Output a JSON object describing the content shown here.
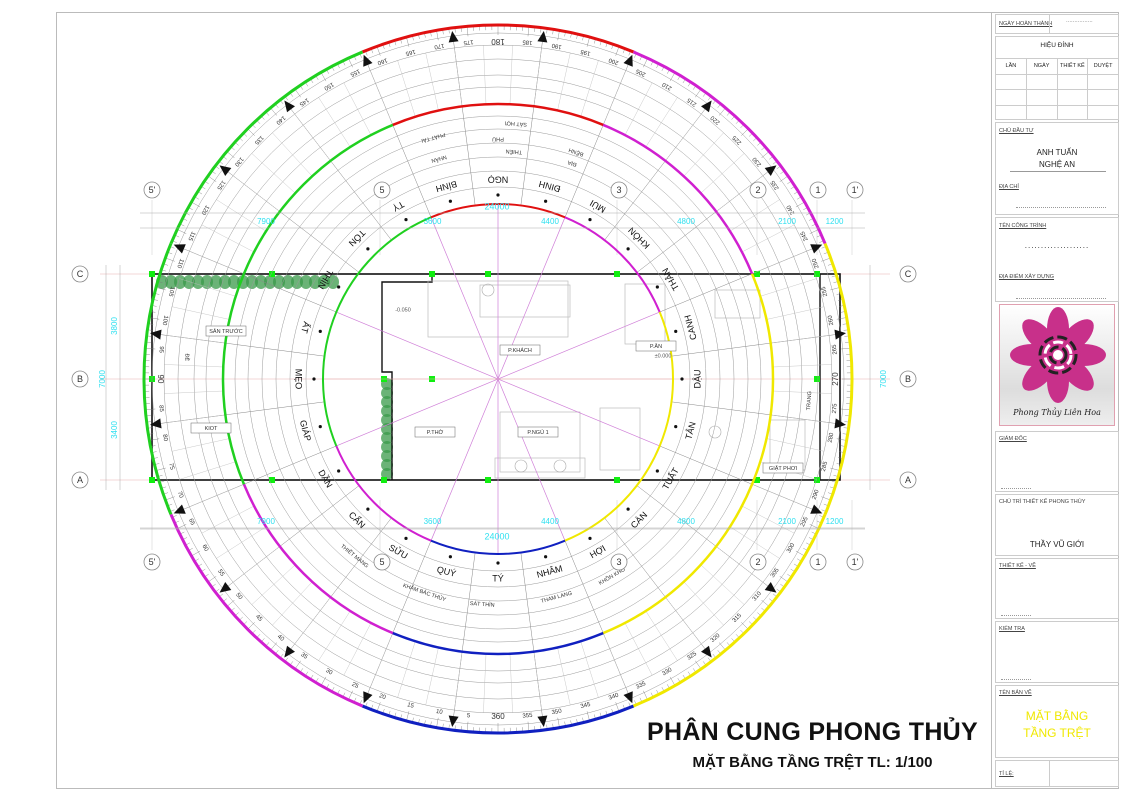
{
  "drawing": {
    "title": "PHÂN CUNG PHONG THỦY",
    "subtitle": "MẶT BẰNG TẦNG TRỆT TL: 1/100"
  },
  "colors": {
    "red": "#e01010",
    "magenta": "#d020d0",
    "yellow": "#f0e800",
    "blue": "#1020c0",
    "green": "#20d020",
    "dimension": "#30e0f0",
    "diagonal": "#d080d8",
    "column": "#10ee10"
  },
  "compass": {
    "mountains": [
      "NGỌ",
      "ĐINH",
      "MÙI",
      "KHÔN",
      "THÂN",
      "CANH",
      "DẬU",
      "TÂN",
      "TUẤT",
      "CÀN",
      "HỢI",
      "NHÂM",
      "TÝ",
      "QUÝ",
      "SỬU",
      "CẤN",
      "DẦN",
      "GIÁP",
      "MẸO",
      "ẤT",
      "THÌN",
      "TỐN",
      "TỴ",
      "BÍNH"
    ],
    "sector_colors": [
      "red",
      "magenta",
      "yellow",
      "yellow",
      "blue",
      "magenta",
      "green",
      "green"
    ],
    "degree_label_step": 5,
    "ring_labels": [
      {
        "text": "PHÚ",
        "deg": 180
      },
      {
        "text": "SÁT HỢI",
        "deg": 180
      },
      {
        "text": "BỆNH",
        "deg": 195
      },
      {
        "text": "PHÁT TÀI",
        "deg": 165
      },
      {
        "text": "THIÊN",
        "deg": 180
      },
      {
        "text": "ĐỊA",
        "deg": 195
      },
      {
        "text": "NHÂN",
        "deg": 165
      },
      {
        "text": "TRANG",
        "deg": 270
      },
      {
        "text": "ĐỀ",
        "deg": 90
      },
      {
        "text": "THAM LANG",
        "deg": 345
      },
      {
        "text": "KHẢM BÁC THỦY",
        "deg": 15
      },
      {
        "text": "THIẾT MANG",
        "deg": 35
      },
      {
        "text": "KHÔN KHỐ",
        "deg": 330
      },
      {
        "text": "SÁT THÌN",
        "deg": 0
      }
    ]
  },
  "plan": {
    "rooms": [
      {
        "name": "p-khach",
        "label": "P.KHÁCH"
      },
      {
        "name": "p-an",
        "label": "P.ĂN"
      },
      {
        "name": "p-tho",
        "label": "P.THỜ"
      },
      {
        "name": "p-ngu-1",
        "label": "P.NGỦ 1"
      },
      {
        "name": "san-truoc",
        "label": "SÂN TRƯỚC"
      },
      {
        "name": "kiot",
        "label": "KIOT"
      },
      {
        "name": "giat-phoi",
        "label": "GIẶT PHƠI"
      }
    ],
    "levels": [
      "±0.000",
      "-0.050"
    ],
    "dims_top": {
      "total": "24000",
      "segments": [
        "7900",
        "3600",
        "4400",
        "4800",
        "2100",
        "1200"
      ]
    },
    "dims_bottom": {
      "total": "24000",
      "segments": [
        "7900",
        "3600",
        "4400",
        "4800",
        "2100",
        "1200"
      ]
    },
    "dims_left": {
      "total": "7000",
      "segments": [
        "3800",
        "3400"
      ]
    },
    "dims_right": {
      "total": "7000"
    },
    "axes_cols": [
      "5'",
      "5",
      "3",
      "2",
      "1",
      "1'"
    ],
    "axes_rows": [
      "C",
      "B",
      "A"
    ]
  },
  "title_block": {
    "completion_date_label": "NGÀY HOÀN THÀNH",
    "completion_date_value": "................",
    "revision_title": "HIỆU ĐÍNH",
    "revision_cols": [
      "LẦN",
      "NGÀY",
      "THIẾT KẾ",
      "DUYỆT"
    ],
    "owner_label": "CHỦ ĐẦU TƯ",
    "owner_name": "ANH TUẤN",
    "owner_place": "NGHỆ AN",
    "address_label": "ĐỊA CHỈ",
    "project_label": "TÊN CÔNG TRÌNH",
    "project_value": "....................",
    "site_label": "ĐỊA ĐIỂM XÂY DỰNG",
    "logo_text": "Phong Thủy Liên Hoa",
    "director_label": "GIÁM ĐỐC",
    "fengshui_lead_label": "CHỦ TRÌ THIẾT KẾ PHONG THỦY",
    "fengshui_lead_name": "THẦY VŨ GIỚI",
    "designer_label": "THIẾT KẾ - VẼ",
    "checker_label": "KIỂM TRA",
    "sheet_name_label": "TÊN BẢN VẼ",
    "sheet_name_line1": "MẶT BẰNG",
    "sheet_name_line2": "TẦNG TRỆT",
    "scale_label": "TỈ LỆ:"
  }
}
